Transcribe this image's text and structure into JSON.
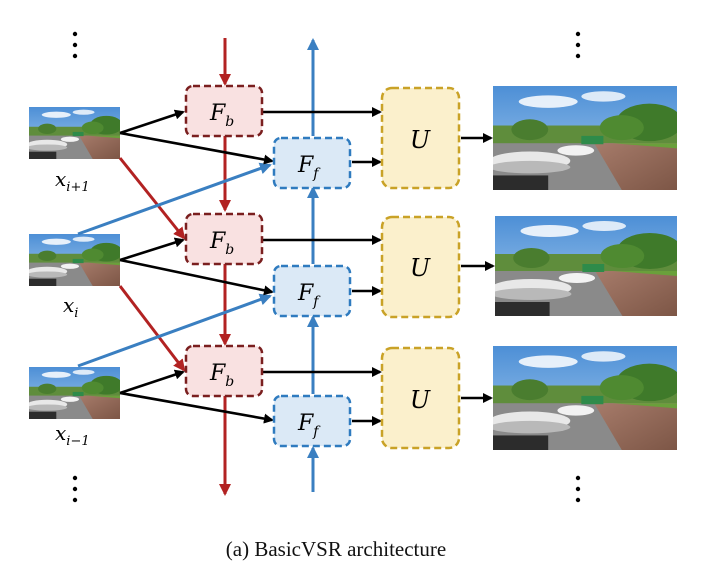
{
  "caption": "(a) BasicVSR architecture",
  "inputs": [
    {
      "label_main": "x",
      "label_sub": "i+1"
    },
    {
      "label_main": "x",
      "label_sub": "i"
    },
    {
      "label_main": "x",
      "label_sub": "i−1"
    }
  ],
  "backward_block": {
    "main": "F",
    "sub": "b"
  },
  "forward_block": {
    "main": "F",
    "sub": "f"
  },
  "upsample_block": {
    "main": "U"
  },
  "colors": {
    "backward_fill": "#f9e1e1",
    "backward_stroke": "#7a1f1f",
    "forward_fill": "#dbe9f6",
    "forward_stroke": "#2f7bbf",
    "upsample_fill": "#fbf0cc",
    "upsample_stroke": "#c9a227",
    "backward_arrow": "#b22222",
    "forward_arrow": "#3a7fc1",
    "main_arrow": "#000000"
  }
}
